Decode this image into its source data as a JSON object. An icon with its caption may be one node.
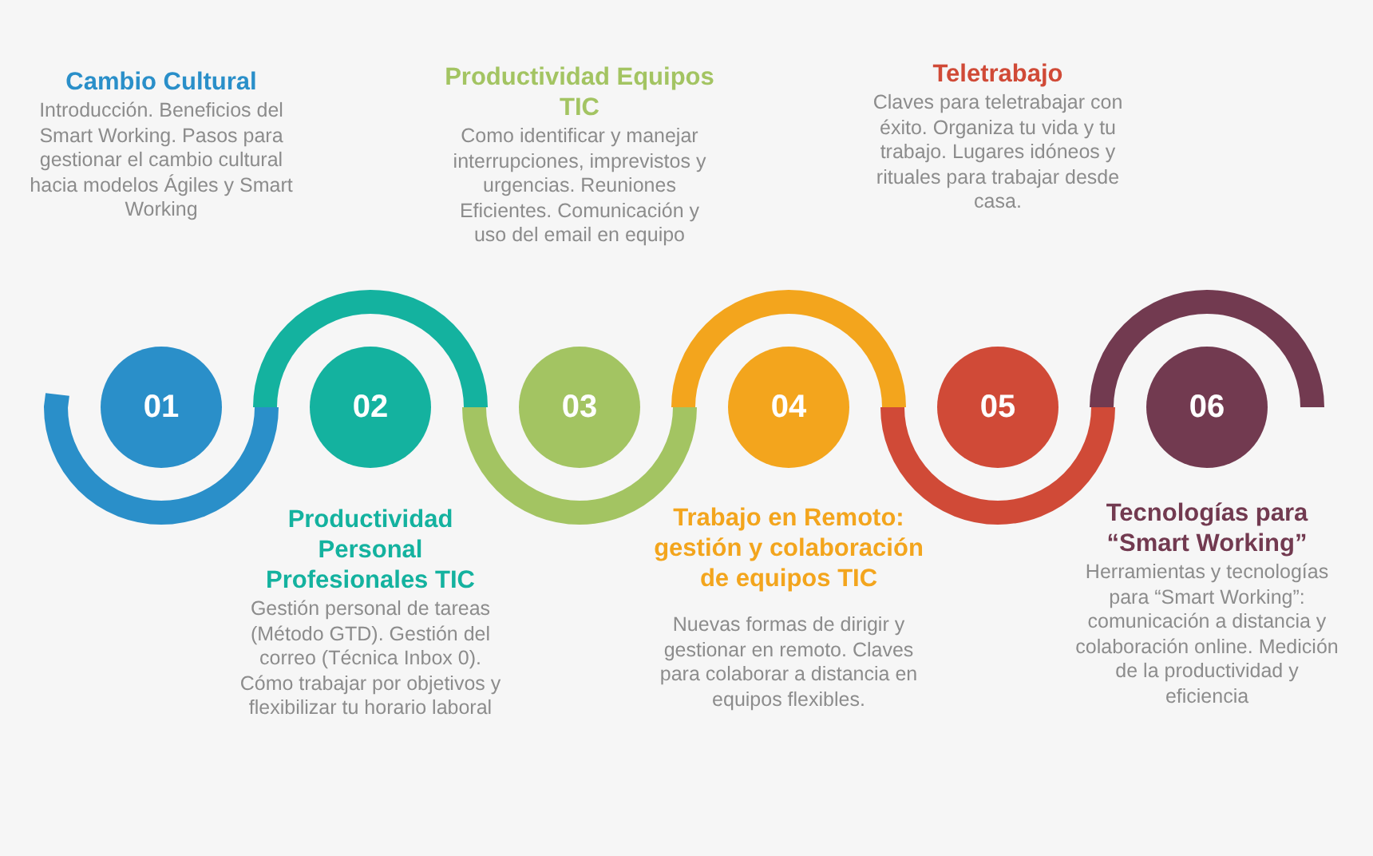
{
  "diagram": {
    "nodes": [
      {
        "text": [
          "01"
        ],
        "beside": [
          "Cambio Cultural",
          "Introducción. Beneficios del Smart Working. Pasos para gestionar el cambio cultural hacia modelos Ágiles y Smart Working"
        ]
      },
      {
        "text": [
          "02"
        ],
        "beside": [
          "Productividad Personal Profesionales TIC",
          "Gestión personal de tareas (Método GTD). Gestión del correo (Técnica Inbox 0). Cómo trabajar por objetivos y flexibilizar tu horario laboral"
        ]
      },
      {
        "text": [
          "03"
        ],
        "beside": [
          "Productividad Equipos TIC",
          "Como identificar y manejar interrupciones, imprevistos y urgencias. Reuniones Eficientes. Comunicación y uso del email en equipo"
        ]
      },
      {
        "text": [
          "04"
        ],
        "beside": [
          "Trabajo en Remoto: gestión y colaboración de equipos TIC",
          "Nuevas formas de dirigir y gestionar en remoto. Claves para colaborar a distancia en equipos flexibles."
        ]
      },
      {
        "text": [
          "05"
        ],
        "beside": [
          "Teletrabajo",
          "Claves para teletrabajar con éxito. Organiza tu vida y tu trabajo. Lugares idóneos y rituales para trabajar desde casa."
        ]
      },
      {
        "text": [
          "06"
        ],
        "beside": [
          "Tecnologías para “Smart Working”",
          "Herramientas y tecnologías para “Smart Working”: comunicación a distancia y colaboración online. Medición de la productividad y eficiencia"
        ]
      }
    ]
  }
}
